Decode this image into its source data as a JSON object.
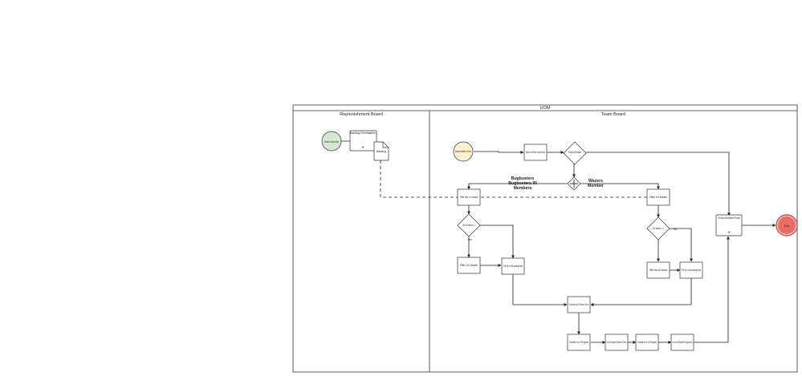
{
  "pool": {
    "title": "UOM"
  },
  "lanes": {
    "left": "Replenishment Board",
    "right": "Team Board"
  },
  "events": {
    "created": "Created or Moved to Admin",
    "developer": "Developer Available to Pull work",
    "end": "End"
  },
  "subprocess": {
    "backlog_prioritisation": "Backlog Prioritisation",
    "ux_doing": "UX Doing Development Process"
  },
  "data_object": {
    "backlog": "Backlog"
  },
  "tasks": {
    "right_to_left": "Right to Left Next Column check",
    "filter_non_ux": "Filter Non- UX tickets",
    "filter_ux": "Filter UX tickets",
    "filter_ux_tickets_left": "Filter UX tickets",
    "pull_top_left": "Pull Top of the backlog ticket",
    "filter_non_ux_right": "Filter Non-UX tickets",
    "pull_top_right": "Pull Top of the backlog ticket",
    "check_info": "Check information Gaps (PO references for Ticket etc)",
    "transition_left": "Transition to In Progress",
    "set_up_left": "Set Up Team IM Bugbusters PM (Bugbusters IN) / IM Wazers",
    "transition_right": "Transition to In Progress",
    "set_up_right": "Set Up Team IM Bugbusters PM (Bugbusters IN)"
  },
  "gateways": {
    "progress": "Progress Still Available",
    "non_ux": "Non-Ux tickets = 1",
    "ux": "UX tickets = 1"
  },
  "labels": {
    "bugbusters_1": "Bugbusters",
    "bugbusters_2": "Bugbusters IN",
    "bugbusters_3": "Members",
    "wazers_1": "Wazers",
    "wazers_2": "Member",
    "yes_left": "Yes",
    "yes_right": "Yes"
  }
}
